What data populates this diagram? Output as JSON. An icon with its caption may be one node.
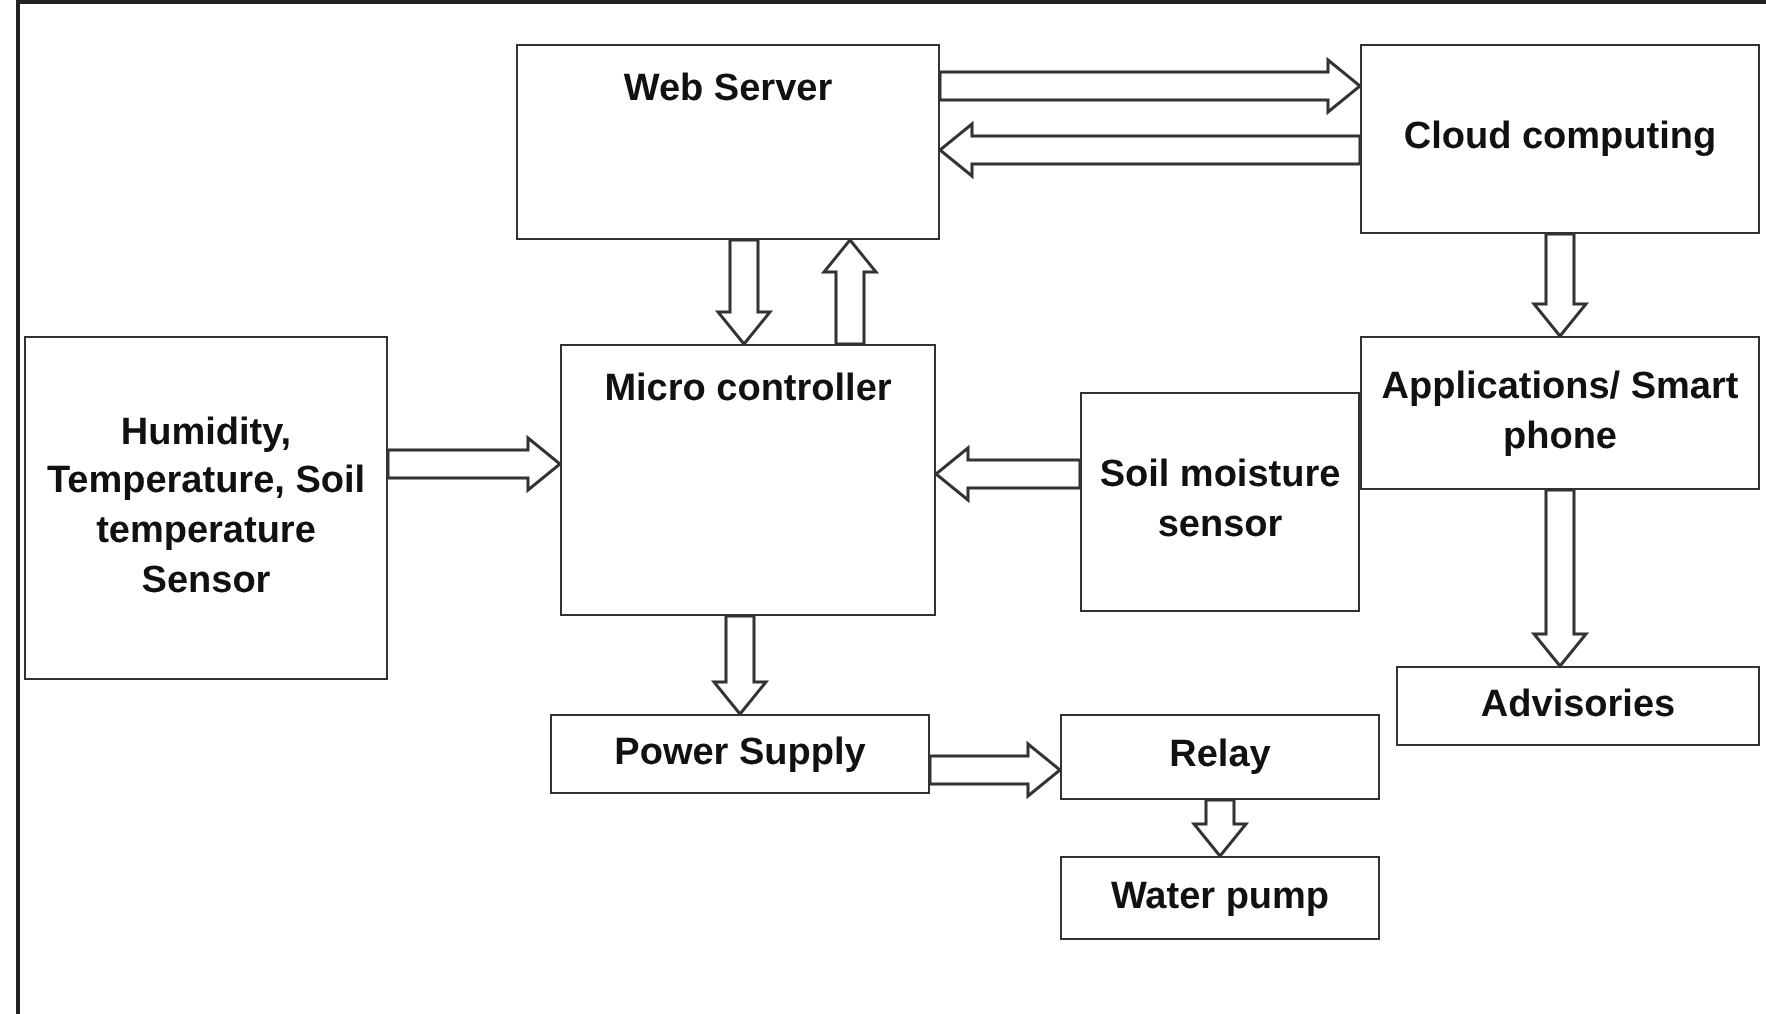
{
  "diagram": {
    "nodes": [
      {
        "text": [
          "Web Server"
        ]
      },
      {
        "text": [
          "Cloud computing"
        ]
      },
      {
        "text": [
          "Humidity, Temperature, Soil temperature Sensor"
        ]
      },
      {
        "text": [
          "Micro controller"
        ]
      },
      {
        "text": [
          "Soil moisture sensor"
        ]
      },
      {
        "text": [
          "Applications/ Smart phone"
        ]
      },
      {
        "text": [
          "Power Supply"
        ]
      },
      {
        "text": [
          "Relay"
        ]
      },
      {
        "text": [
          "Advisories"
        ]
      },
      {
        "text": [
          "Water pump"
        ]
      }
    ],
    "edges": [
      {
        "from": 0,
        "to": 1,
        "arrow": "to"
      },
      {
        "from": 1,
        "to": 0,
        "arrow": "to"
      },
      {
        "from": 0,
        "to": 3,
        "arrow": "to"
      },
      {
        "from": 3,
        "to": 0,
        "arrow": "to"
      },
      {
        "from": 1,
        "to": 5,
        "arrow": "to"
      },
      {
        "from": 2,
        "to": 3,
        "arrow": "to"
      },
      {
        "from": 4,
        "to": 3,
        "arrow": "to"
      },
      {
        "from": 5,
        "to": 8,
        "arrow": "to"
      },
      {
        "from": 3,
        "to": 6,
        "arrow": "to"
      },
      {
        "from": 6,
        "to": 7,
        "arrow": "to"
      },
      {
        "from": 7,
        "to": 9,
        "arrow": "to"
      }
    ]
  }
}
